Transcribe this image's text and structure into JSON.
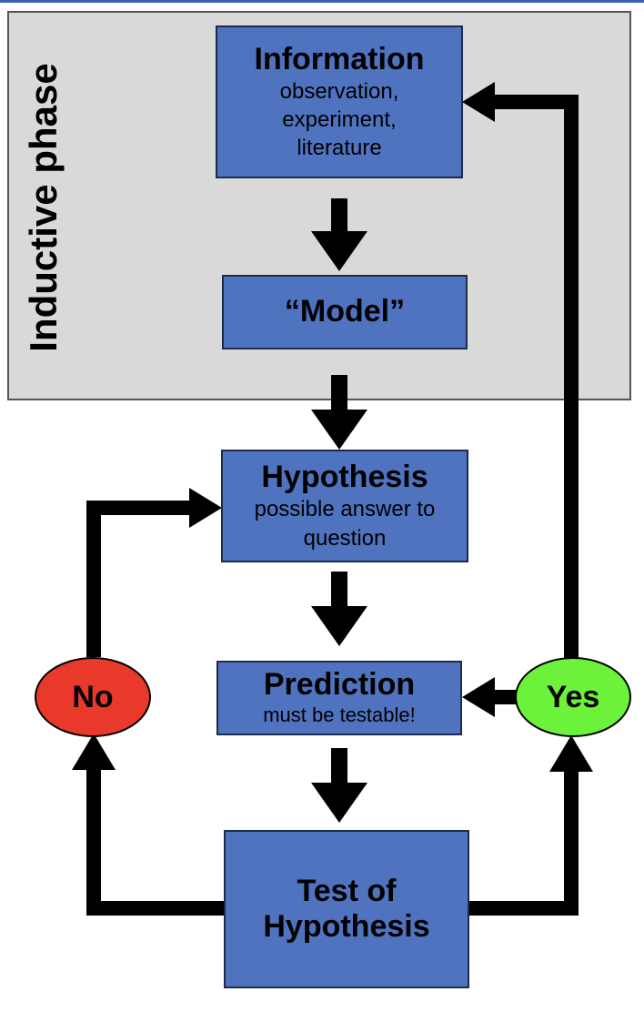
{
  "phase": {
    "label": "Inductive phase"
  },
  "boxes": {
    "information": {
      "title": "Information",
      "lines": [
        "observation,",
        "experiment,",
        "literature"
      ]
    },
    "model": {
      "title": "“Model”"
    },
    "hypothesis": {
      "title": "Hypothesis",
      "lines": [
        "possible answer to",
        "question"
      ]
    },
    "prediction": {
      "title": "Prediction",
      "lines": [
        "must be testable!"
      ]
    },
    "test": {
      "title_lines": [
        "Test of",
        "Hypothesis"
      ]
    }
  },
  "decisions": {
    "no": {
      "label": "No",
      "color": "#e8392a"
    },
    "yes": {
      "label": "Yes",
      "color": "#6cf23a"
    }
  },
  "colors": {
    "box_fill": "#4f73bf",
    "phase_fill": "#d9d9d9",
    "arrow": "#000000"
  }
}
